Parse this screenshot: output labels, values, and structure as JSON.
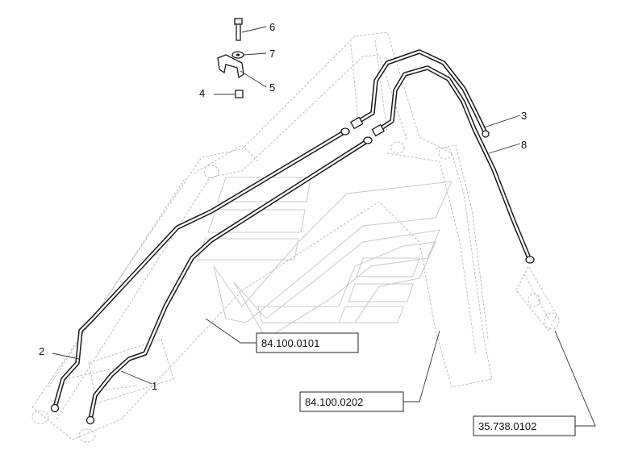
{
  "callouts": [
    {
      "id": "1",
      "label": "1"
    },
    {
      "id": "2",
      "label": "2"
    },
    {
      "id": "3",
      "label": "3"
    },
    {
      "id": "4",
      "label": "4"
    },
    {
      "id": "5",
      "label": "5"
    },
    {
      "id": "6",
      "label": "6"
    },
    {
      "id": "7",
      "label": "7"
    },
    {
      "id": "8",
      "label": "8"
    }
  ],
  "references": [
    {
      "id": "ref-a",
      "code": "84.100.0101"
    },
    {
      "id": "ref-b",
      "code": "84.100.0202"
    },
    {
      "id": "ref-c",
      "code": "35.738.0102"
    }
  ]
}
